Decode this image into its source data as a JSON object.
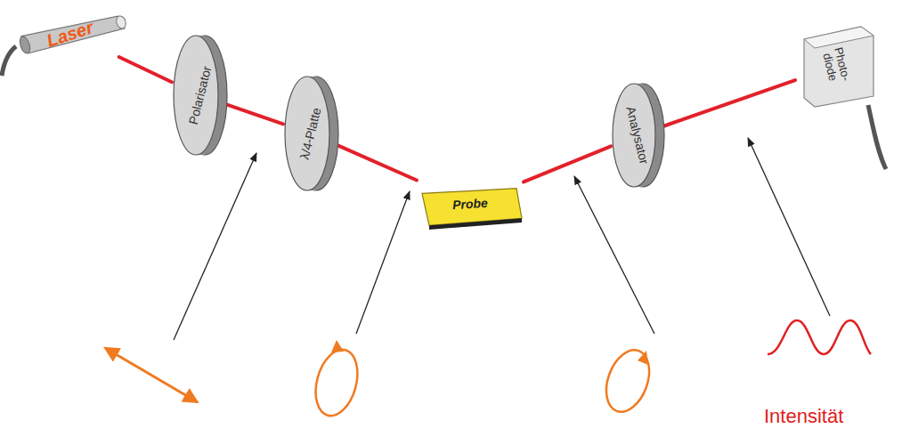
{
  "diagram": {
    "nodes": [
      {
        "text": [
          "Laser"
        ]
      },
      {
        "text": [
          "Polarisator"
        ]
      },
      {
        "text": [
          "λ/4-Platte"
        ]
      },
      {
        "text": [
          "Probe"
        ]
      },
      {
        "text": [
          "Analysator"
        ]
      },
      {
        "text": [
          "Photo- diode"
        ]
      }
    ],
    "edges": [
      {
        "from": 0,
        "to": 1,
        "arrow": "none"
      },
      {
        "from": 1,
        "to": 2,
        "arrow": "none"
      },
      {
        "from": 2,
        "to": 3,
        "arrow": "none"
      },
      {
        "from": 3,
        "to": 4,
        "arrow": "none"
      },
      {
        "from": 4,
        "to": 5,
        "arrow": "none"
      }
    ],
    "labels": [
      "Intensität"
    ]
  }
}
